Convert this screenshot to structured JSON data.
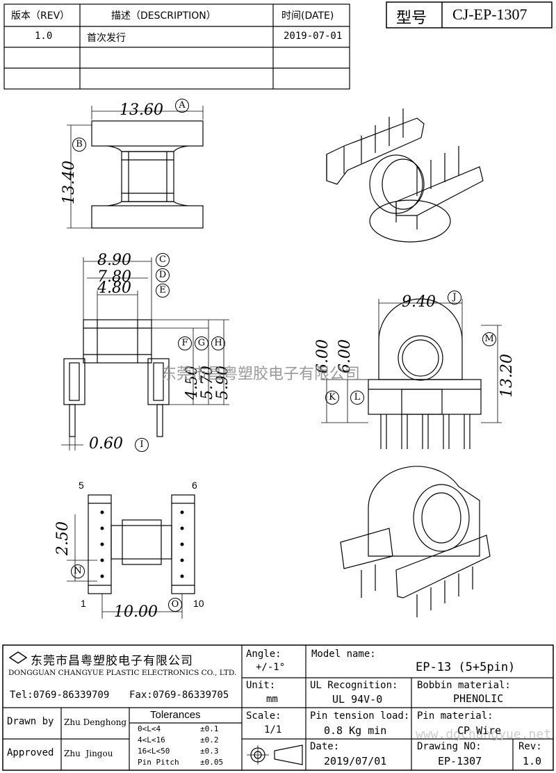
{
  "revision_table": {
    "headers": {
      "rev": "版本（REV）",
      "description": "描述（DESCRIPTION）",
      "date": "时间(DATE)"
    },
    "rows": [
      {
        "rev": "1.0",
        "description": "首次发行",
        "date": "2019-07-01"
      }
    ]
  },
  "model_box": {
    "label": "型号",
    "value": "CJ-EP-1307"
  },
  "dimensions": {
    "a": "13.60",
    "b": "13.40",
    "c": "8.90",
    "d": "7.80",
    "e": "4.80",
    "f": "4.50",
    "g": "5.70",
    "h": "5.90",
    "i": "0.60",
    "j": "9.40",
    "k": "6.00",
    "l": "6.00",
    "m": "13.20",
    "n": "2.50",
    "o": "10.00"
  },
  "callouts": [
    "A",
    "B",
    "C",
    "D",
    "E",
    "F",
    "G",
    "H",
    "I",
    "J",
    "K",
    "L",
    "M",
    "N",
    "O"
  ],
  "pin_numbers": {
    "top_left": "5",
    "top_right": "6",
    "bottom_left": "1",
    "bottom_right": "10"
  },
  "watermark": "东莞市昌粤塑胶电子有限公司",
  "watermark_url": "www.dgchangyue.net",
  "company": {
    "name_cn": "东莞市昌粤塑胶电子有限公司",
    "name_en": "DONGGUAN CHANGYUE PLASTIC ELECTRONICS CO., LTD.",
    "tel": "Tel:0769-86339709",
    "fax": "Fax:0769-86339705"
  },
  "title_block": {
    "angle_label": "Angle:",
    "angle_value": "+/-1°",
    "unit_label": "Unit:",
    "unit_value": "mm",
    "scale_label": "Scale:",
    "scale_value": "1/1",
    "model_label": "Model name:",
    "model_value": "EP-13 (5+5pin)",
    "ul_label": "UL Recognition:",
    "ul_value": "UL 94V-0",
    "bobbin_label": "Bobbin material:",
    "bobbin_value": "PHENOLIC",
    "tension_label": "Pin tension load:",
    "tension_value": "0.8 Kg min",
    "pin_mat_label": "Pin material:",
    "pin_mat_value": "CP Wire",
    "date_label": "Date:",
    "date_value": "2019/07/01",
    "drawing_label": "Drawing NO:",
    "drawing_value": "EP-1307",
    "rev_label": "Rev:",
    "rev_value": "1.0",
    "drawn_label": "Drawn by",
    "drawn_value": "Zhu Denghong",
    "approved_label": "Approved",
    "approved_value": "Zhu  Jingou",
    "tolerances_label": "Tolerances",
    "tolerances": [
      {
        "range": "0<L<4",
        "value": "±0.1"
      },
      {
        "range": "4<L<16",
        "value": "±0.2"
      },
      {
        "range": "16<L<50",
        "value": "±0.3"
      },
      {
        "range": "Pin Pitch",
        "value": "±0.05"
      }
    ]
  }
}
